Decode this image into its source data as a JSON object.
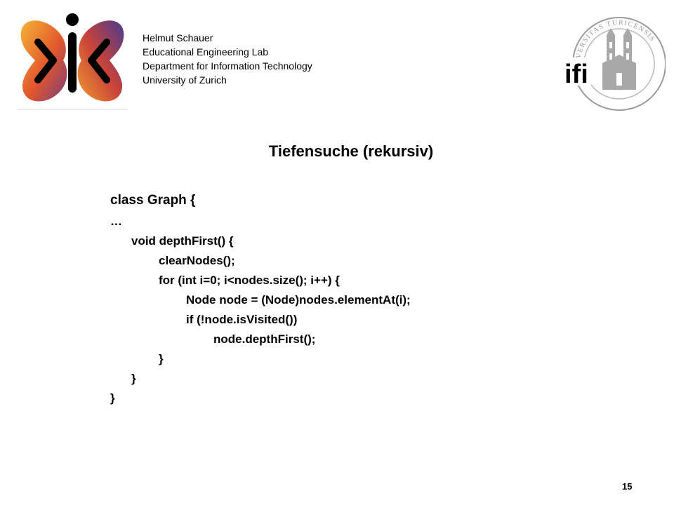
{
  "header": {
    "affiliation_lines": [
      "Helmut Schauer",
      "Educational Engineering Lab",
      "Department for Information Technology",
      "University of Zurich"
    ],
    "right_logo_text": "ifi",
    "seal_text": "UNIVERSITAS TURICENSIS"
  },
  "slide": {
    "title": "Tiefensuche (rekursiv)",
    "code_lines": [
      "class Graph {",
      "…",
      "void depthFirst() {",
      "clearNodes();",
      "for (int i=0; i<nodes.size(); i++) {",
      "Node node = (Node)nodes.elementAt(i);",
      "if (!node.isVisited())",
      "node.depthFirst();",
      "}",
      "}",
      "}"
    ]
  },
  "footer": {
    "page_number": "15"
  },
  "colors": {
    "logo_orange": "#f0a030",
    "logo_red": "#d84030",
    "logo_purple": "#5a3a8a",
    "seal_grey": "#9a9a9a",
    "text": "#000000"
  }
}
